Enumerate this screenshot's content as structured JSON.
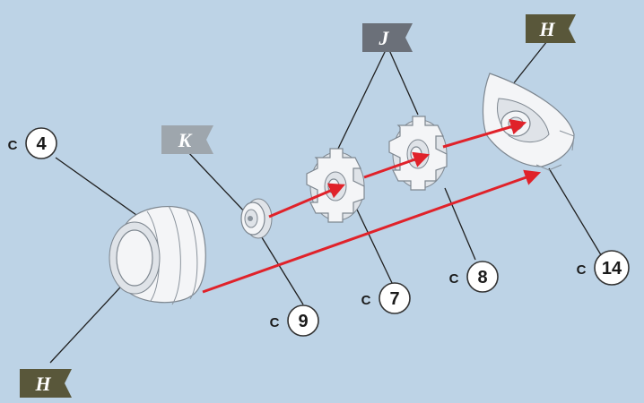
{
  "flags": {
    "J": {
      "letter": "J",
      "color": "#6b7079"
    },
    "H_top": {
      "letter": "H",
      "color": "#59573a"
    },
    "K": {
      "letter": "K",
      "color": "#9ea6ad"
    },
    "H_bottom": {
      "letter": "H",
      "color": "#59573a"
    }
  },
  "callouts": {
    "c4": {
      "prefix": "C",
      "number": "4"
    },
    "c9": {
      "prefix": "C",
      "number": "9"
    },
    "c7": {
      "prefix": "C",
      "number": "7"
    },
    "c8": {
      "prefix": "C",
      "number": "8"
    },
    "c14": {
      "prefix": "C",
      "number": "14"
    }
  },
  "colors": {
    "arrow": "#e0222a",
    "background": "#bdd3e6"
  }
}
